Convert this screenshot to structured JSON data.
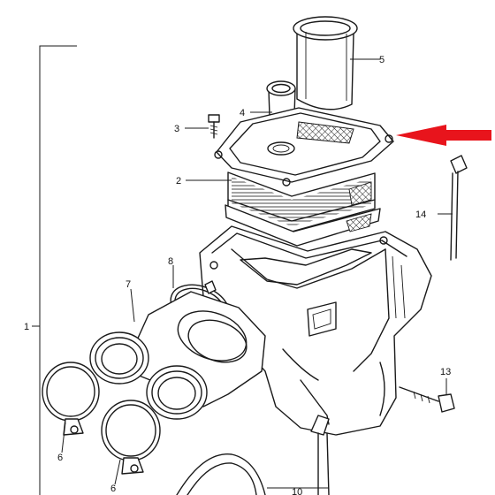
{
  "callouts": [
    {
      "id": "1",
      "label": "1"
    },
    {
      "id": "2",
      "label": "2"
    },
    {
      "id": "3",
      "label": "3"
    },
    {
      "id": "4",
      "label": "4"
    },
    {
      "id": "5",
      "label": "5"
    },
    {
      "id": "6a",
      "label": "6"
    },
    {
      "id": "6b",
      "label": "6"
    },
    {
      "id": "7",
      "label": "7"
    },
    {
      "id": "8",
      "label": "8"
    },
    {
      "id": "13",
      "label": "13"
    },
    {
      "id": "14",
      "label": "14"
    },
    {
      "id": "10",
      "label": "10"
    }
  ],
  "colors": {
    "ink": "#1a1a1a",
    "highlight_arrow": "#e8141c",
    "background": "#ffffff"
  },
  "icons": {
    "highlight": "red-arrow-icon"
  }
}
